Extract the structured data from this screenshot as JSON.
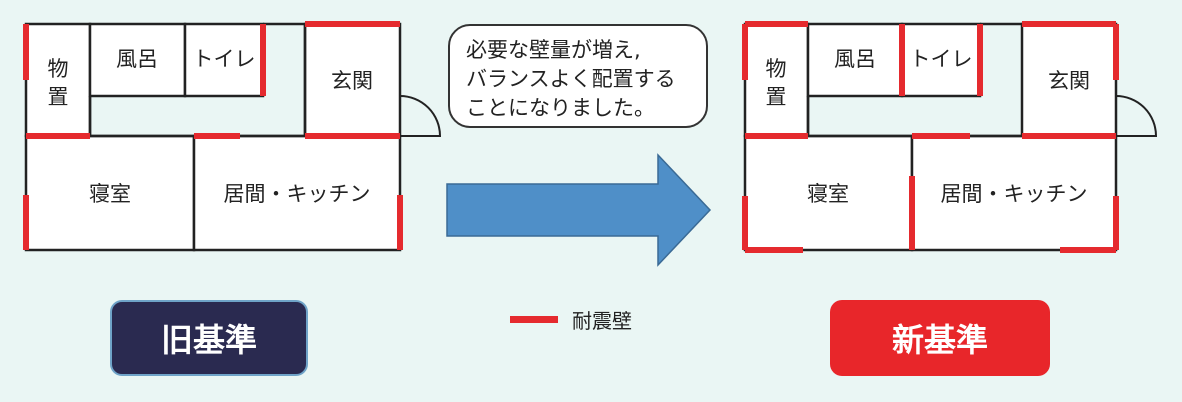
{
  "old_plan": {
    "rooms": {
      "storage": [
        "物",
        "置"
      ],
      "bath": "風呂",
      "toilet": "トイレ",
      "entrance": "玄関",
      "bedroom": "寝室",
      "living": "居間・キッチン"
    }
  },
  "new_plan": {
    "rooms": {
      "storage": [
        "物",
        "置"
      ],
      "bath": "風呂",
      "toilet": "トイレ",
      "entrance": "玄関",
      "bedroom": "寝室",
      "living": "居間・キッチン"
    }
  },
  "bubble": {
    "lines": [
      "必要な壁量が増え,",
      "バランスよく配置する",
      "ことになりました。"
    ]
  },
  "badges": {
    "old": "旧基準",
    "new": "新基準"
  },
  "legend": {
    "label": "耐震壁"
  },
  "colors": {
    "wall": "#e52a2e",
    "outline": "#222222",
    "arrow": "#4f8fc8",
    "old_badge": "#2a2a50",
    "new_badge": "#e8262a",
    "background": "#eaf6f4"
  }
}
